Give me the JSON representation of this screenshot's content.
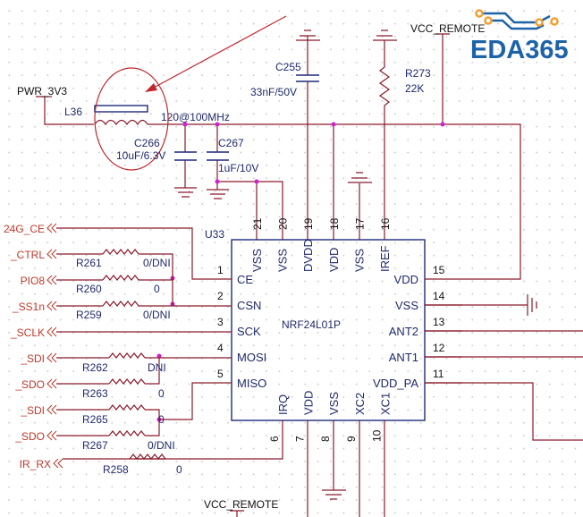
{
  "logo": {
    "text": "EDA365",
    "colors": {
      "text": "#1d63a8",
      "dots": "#f0a030"
    }
  },
  "colors": {
    "wire": "#8b1a2b",
    "body": "#1f2a7a",
    "junction": "#d020d0",
    "highlight": "#c0262b"
  },
  "power": {
    "pwr_3v3": "PWR_3V3",
    "vcc_remote_top": "VCC_REMOTE",
    "vcc_remote_bottom": "VCC_REMOTE"
  },
  "parts": {
    "L36": {
      "ref": "L36",
      "value": "120@100MHz"
    },
    "C266": {
      "ref": "C266",
      "value": "10uF/6.3V"
    },
    "C267": {
      "ref": "C267",
      "value": "1uF/10V"
    },
    "C255": {
      "ref": "C255",
      "value": "33nF/50V"
    },
    "R273": {
      "ref": "R273",
      "value": "22K"
    },
    "U33": {
      "ref": "U33",
      "value": "NRF24L01P"
    }
  },
  "resistors": [
    {
      "ref": "R261",
      "value": "0/DNI"
    },
    {
      "ref": "R260",
      "value": "0"
    },
    {
      "ref": "R259",
      "value": "0/DNI"
    },
    {
      "ref": "R262",
      "value": "DNI"
    },
    {
      "ref": "R263",
      "value": "0"
    },
    {
      "ref": "R265",
      "value": "0"
    },
    {
      "ref": "R267",
      "value": "0/DNI"
    },
    {
      "ref": "R258",
      "value": "0"
    }
  ],
  "nets_left": [
    "24G_CE",
    "_CTRL",
    "PIO8",
    "_SS1n",
    "_SCLK",
    "_SDI",
    "_SDO",
    "_SDI",
    "_SDO",
    "IR_RX"
  ],
  "pins_left": [
    {
      "num": "1",
      "name": "CE"
    },
    {
      "num": "2",
      "name": "CSN"
    },
    {
      "num": "3",
      "name": "SCK"
    },
    {
      "num": "4",
      "name": "MOSI"
    },
    {
      "num": "5",
      "name": "MISO"
    }
  ],
  "pins_right": [
    {
      "num": "15",
      "name": "VDD"
    },
    {
      "num": "14",
      "name": "VSS"
    },
    {
      "num": "13",
      "name": "ANT2"
    },
    {
      "num": "12",
      "name": "ANT1"
    },
    {
      "num": "11",
      "name": "VDD_PA"
    }
  ],
  "pins_top": [
    {
      "num": "21",
      "name": "VSS"
    },
    {
      "num": "20",
      "name": "VSS"
    },
    {
      "num": "19",
      "name": "DVDD"
    },
    {
      "num": "18",
      "name": "VDD"
    },
    {
      "num": "17",
      "name": "VSS"
    },
    {
      "num": "16",
      "name": "IREF"
    }
  ],
  "pins_bottom": [
    {
      "num": "6",
      "name": "IRQ"
    },
    {
      "num": "7",
      "name": "VDD"
    },
    {
      "num": "8",
      "name": "VSS"
    },
    {
      "num": "9",
      "name": "XC2"
    },
    {
      "num": "10",
      "name": "XC1"
    }
  ]
}
